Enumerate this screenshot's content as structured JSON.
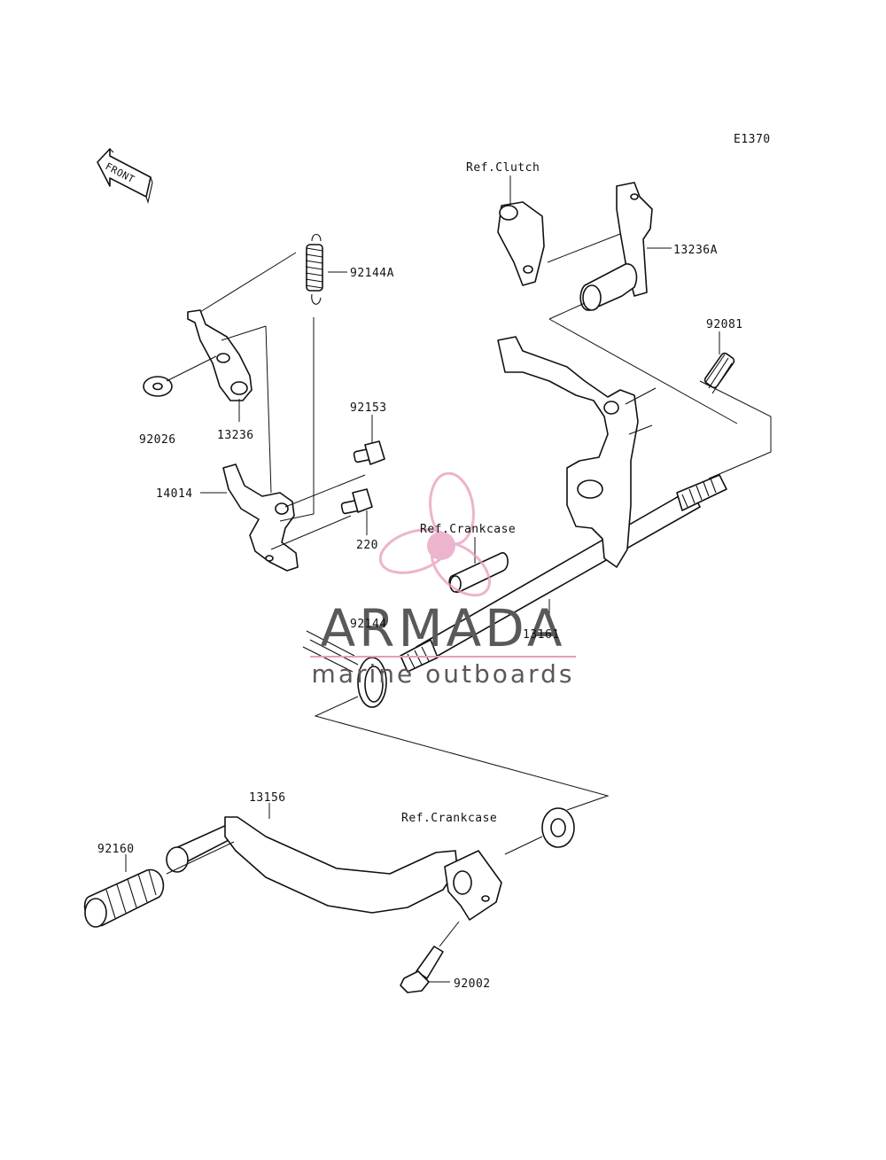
{
  "diagram_code": "E1370",
  "front_arrow_label": "FRONT",
  "callouts": {
    "ref_clutch": "Ref.Clutch",
    "p13236A": "13236A",
    "p92144A": "92144A",
    "p92081": "92081",
    "p92026": "92026",
    "p13236": "13236",
    "p92153": "92153",
    "p14014": "14014",
    "p220": "220",
    "ref_crankcase_top": "Ref.Crankcase",
    "p92144": "92144",
    "p13161": "13161",
    "p13156": "13156",
    "p92160": "92160",
    "ref_crankcase_bottom": "Ref.Crankcase",
    "p92002": "92002"
  },
  "watermark": {
    "brand": "ARMADA",
    "tagline": "marine outboards",
    "accent_color": "#e89bbd",
    "text_color": "#595959"
  }
}
